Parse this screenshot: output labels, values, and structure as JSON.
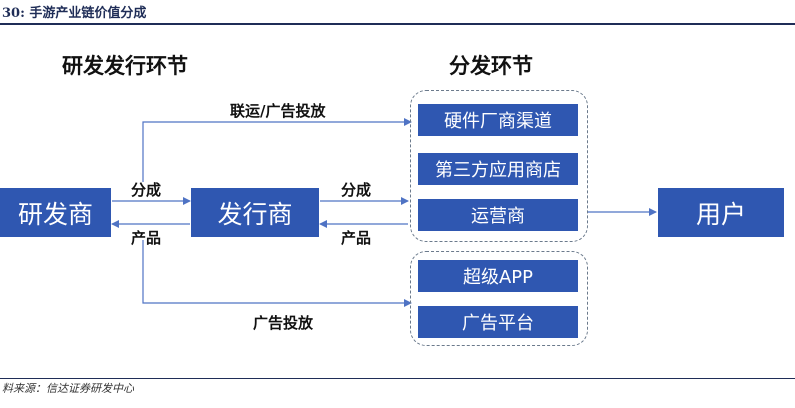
{
  "figure_title": "30:  手游产业链价值分成",
  "source": "料来源：信达证券研发中心",
  "sections": {
    "left": "研发发行环节",
    "right": "分发环节"
  },
  "nodes": {
    "developer": "研发商",
    "publisher": "发行商",
    "user": "用户",
    "hardware_channel": "硬件厂商渠道",
    "third_party_store": "第三方应用商店",
    "operator": "运营商",
    "super_app": "超级APP",
    "ad_platform": "广告平台"
  },
  "edge_labels": {
    "dev_to_pub": "分成",
    "pub_to_dev": "产品",
    "pub_to_dist": "分成",
    "dist_to_pub": "产品",
    "joint_ops": "联运/广告投放",
    "ad_placement": "广告投放"
  },
  "colors": {
    "box_fill": "#2f57b1",
    "arrow": "#4f73c4",
    "rule": "#1f2d57"
  }
}
